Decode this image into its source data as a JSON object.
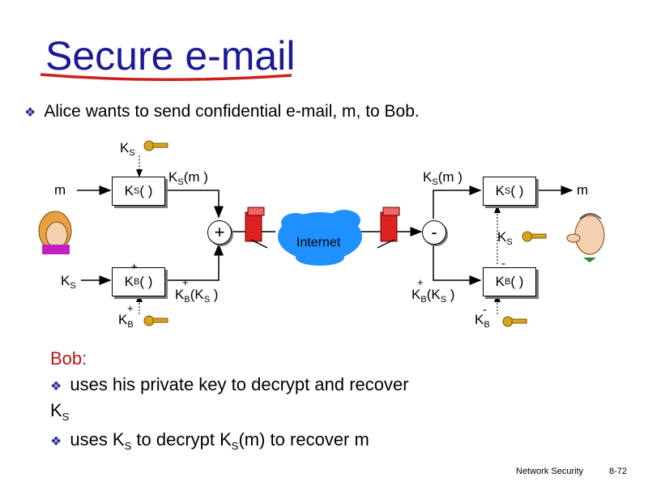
{
  "slide": {
    "title": "Secure e-mail",
    "intro": "Alice wants to send confidential e-mail, m, to Bob.",
    "footer_section": "Network Security",
    "footer_page": "8-72"
  },
  "diagram": {
    "m": "m",
    "K": "K",
    "sub_S": "S",
    "sub_B": "B",
    "plus": "+",
    "minus": "-",
    "ks_m": "(m )",
    "box_open": "( )",
    "kb_ks": "(K",
    "kb_ks_close": " )",
    "internet": "Internet",
    "circle_plus": "+",
    "circle_minus": "-",
    "bullet_glyph": "❖"
  },
  "bob": {
    "label": "Bob:",
    "line1": "uses his private key to decrypt and recover",
    "line1b_k": "K",
    "line1b_sub": "S",
    "line2_a": "uses K",
    "line2_sub": "S",
    "line2_b": " to decrypt K",
    "line2_sub2": "S",
    "line2_c": "(m) to recover m"
  },
  "colors": {
    "title": "#1a1a96",
    "underline": "#cc2020",
    "bob_label": "#b41414",
    "cloud": "#1e90ff",
    "key": "#d9a520"
  }
}
